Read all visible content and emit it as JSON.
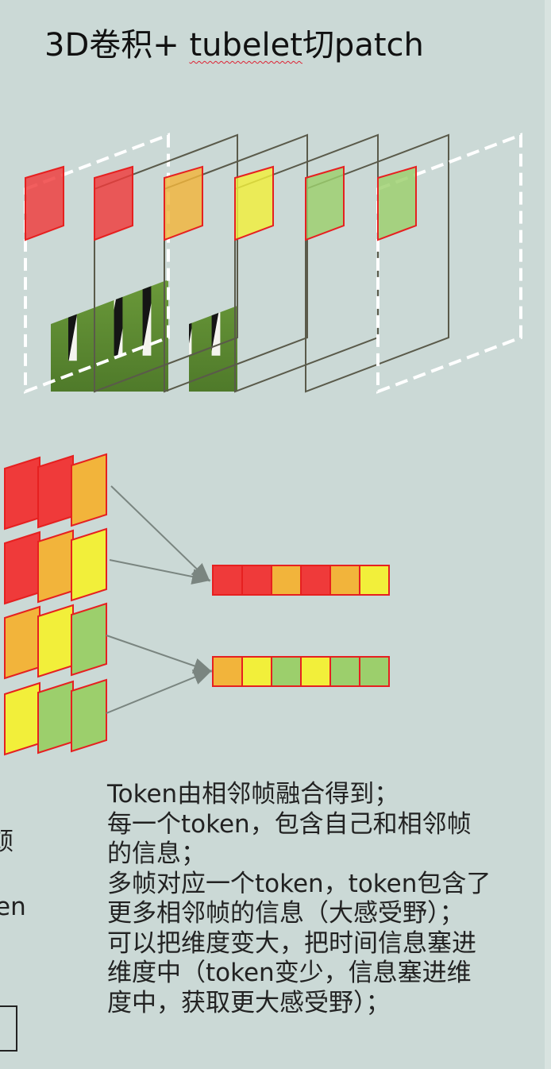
{
  "title": {
    "prefix": "3D卷积+ ",
    "squiggled": "tubelet",
    "suffix": "切patch"
  },
  "caption_lines": [
    "Token由相邻帧融合得到；",
    "每一个token，包含自己和相邻帧",
    "的信息；",
    "多帧对应一个token，token包含了",
    "更多相邻帧的信息（大感受野）；",
    "可以把维度变大，把时间信息塞进",
    "维度中（token变少，信息塞进维",
    "度中，获取更大感受野）；"
  ],
  "left_edge_fragments": [
    "顿",
    "en"
  ],
  "colors": {
    "red": "#ef3a3a",
    "orange": "#f2b43b",
    "yellow": "#f2ef3a",
    "green": "#9ccf6c",
    "patch_border": "#e62020",
    "arrow": "#7a8580",
    "frame_border": "#5a5a4a",
    "background": "#cbd9d6"
  },
  "frame_patches": [
    "red",
    "red",
    "orange",
    "yellow",
    "green",
    "green"
  ],
  "patch_groups": [
    [
      "red",
      "red",
      "orange"
    ],
    [
      "red",
      "orange",
      "yellow"
    ],
    [
      "orange",
      "yellow",
      "green"
    ],
    [
      "yellow",
      "green",
      "green"
    ]
  ],
  "token_rows": [
    [
      "red",
      "red",
      "orange",
      "red",
      "orange",
      "yellow"
    ],
    [
      "orange",
      "yellow",
      "green",
      "yellow",
      "green",
      "green"
    ]
  ]
}
